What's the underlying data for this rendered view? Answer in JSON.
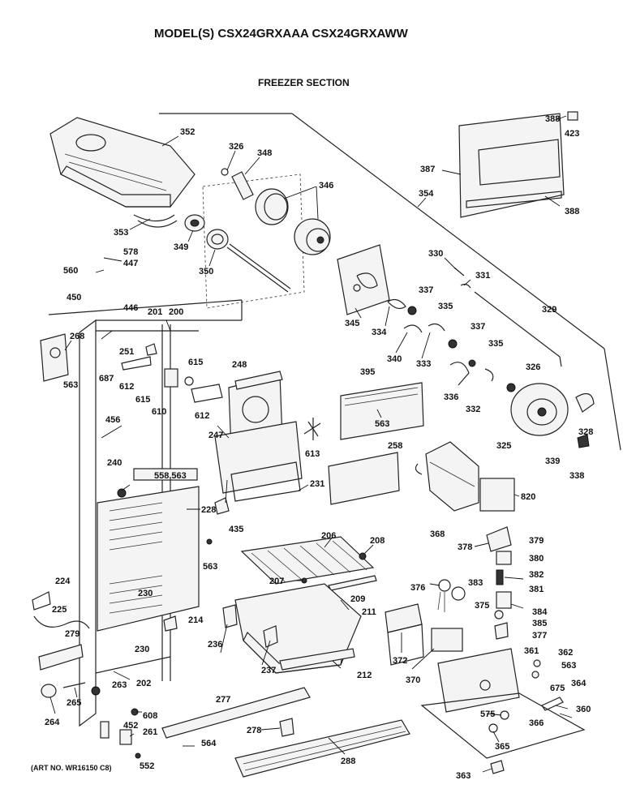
{
  "header": {
    "title": "MODEL(S) CSX24GRXAAA CSX24GRXAWW",
    "subtitle": "FREEZER SECTION"
  },
  "footer": {
    "art_no": "(ART NO. WR16150 C8)"
  },
  "callouts": {
    "p352": "352",
    "p326a": "326",
    "p348": "348",
    "p346": "346",
    "p388a": "388",
    "p423": "423",
    "p387": "387",
    "p354": "354",
    "p388b": "388",
    "p353": "353",
    "p349": "349",
    "p578": "578",
    "p447": "447",
    "p350": "350",
    "p560": "560",
    "p450": "450",
    "p446": "446",
    "p345": "345",
    "p330": "330",
    "p331": "331",
    "p337a": "337",
    "p335a": "335",
    "p329": "329",
    "p201": "201",
    "p200": "200",
    "p334": "334",
    "p268": "268",
    "p340": "340",
    "p333": "333",
    "p337b": "337",
    "p335b": "335",
    "p251": "251",
    "p615a": "615",
    "p248": "248",
    "p687": "687",
    "p612a": "612",
    "p615b": "615",
    "p563a": "563",
    "p610": "610",
    "p612b": "612",
    "p395": "395",
    "p336": "336",
    "p332": "332",
    "p326b": "326",
    "p563b": "563",
    "p456": "456",
    "p328": "328",
    "p247": "247",
    "p613": "613",
    "p325": "325",
    "p258": "258",
    "p339": "339",
    "p338": "338",
    "p240": "240",
    "p558": "558,563",
    "p231": "231",
    "p820": "820",
    "p228": "228",
    "p435": "435",
    "p368": "368",
    "p378": "378",
    "p379": "379",
    "p206": "206",
    "p208": "208",
    "p380": "380",
    "p563c": "563",
    "p382": "382",
    "p224": "224",
    "p207": "207",
    "p376": "376",
    "p383": "383",
    "p381": "381",
    "p230a": "230",
    "p209": "209",
    "p375": "375",
    "p225": "225",
    "p211": "211",
    "p384": "384",
    "p279": "279",
    "p214": "214",
    "p385": "385",
    "p377": "377",
    "p230b": "230",
    "p236": "236",
    "p372": "372",
    "p361": "361",
    "p362": "362",
    "p563d": "563",
    "p237": "237",
    "p212": "212",
    "p370": "370",
    "p202": "202",
    "p675": "675",
    "p364": "364",
    "p263": "263",
    "p265": "265",
    "p264": "264",
    "p277": "277",
    "p360": "360",
    "p608": "608",
    "p575": "575",
    "p366": "366",
    "p452": "452",
    "p278": "278",
    "p261": "261",
    "p564": "564",
    "p365": "365",
    "p552": "552",
    "p288": "288",
    "p363": "363"
  }
}
